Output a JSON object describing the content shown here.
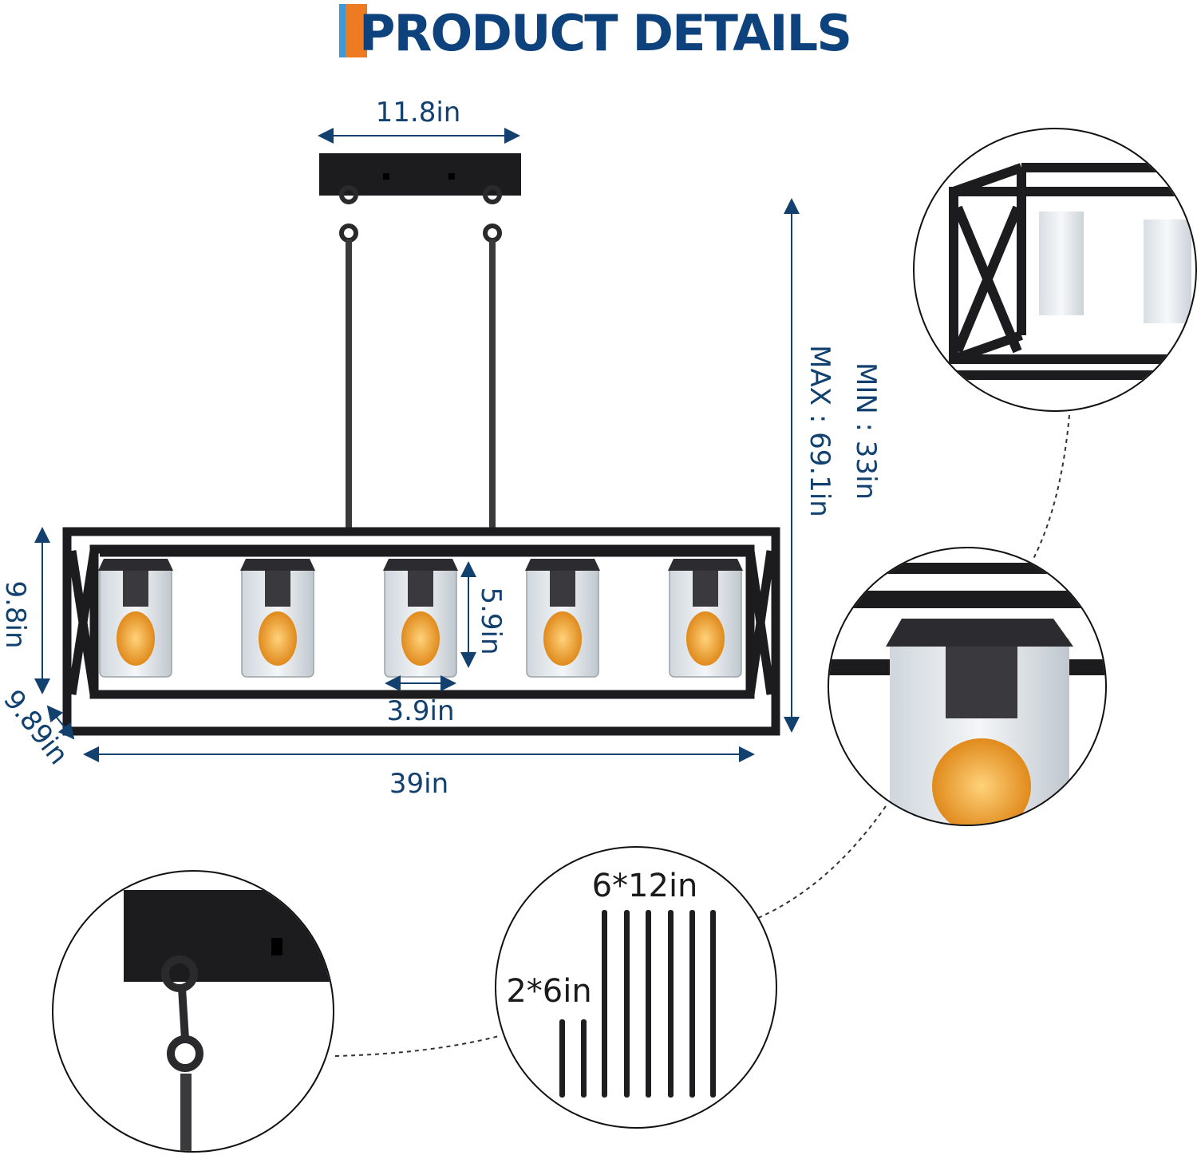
{
  "header": {
    "title": "PRODUCT DETAILS"
  },
  "colors": {
    "title": "#0d427c",
    "accent_blue": "#3d9ad6",
    "accent_orange": "#ee7a22",
    "dimension": "#12406f",
    "metal": "#1c1c1e",
    "bulb": "#f0a030"
  },
  "dimensions": {
    "canopy_width": "11.8in",
    "max_height": "MAX : 69.1in",
    "min_height": "MIN : 33in",
    "frame_height": "9.8in",
    "frame_depth": "9.89in",
    "frame_length": "39in",
    "shade_height": "5.9in",
    "shade_width": "3.9in"
  },
  "details": {
    "rods_long": "6*12in",
    "rods_short": "2*6in"
  }
}
